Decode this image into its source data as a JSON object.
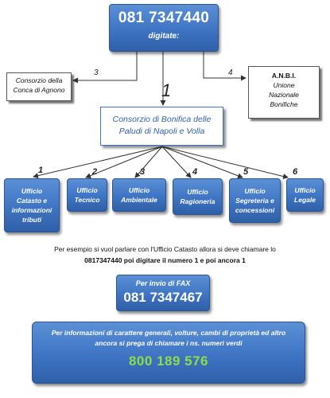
{
  "main_number": {
    "number": "081 7347440",
    "prompt": "digitate:"
  },
  "branches": {
    "left": {
      "option": "3",
      "name": "Consorzio della Conca di Agnono"
    },
    "right": {
      "option": "4",
      "title": "A.N.B.I.",
      "lines": [
        "Unione",
        "Nazionale",
        "Bonifiche"
      ]
    },
    "center": {
      "option": "1",
      "name_line1": "Consorzio di Bonifica delle",
      "name_line2": "Paludi di Napoli e Volla"
    }
  },
  "offices": [
    {
      "option": "1",
      "lines": [
        "Ufficio",
        "Catasto e",
        "informazioni",
        "tributi"
      ]
    },
    {
      "option": "2",
      "lines": [
        "Ufficio",
        "Tecnico"
      ]
    },
    {
      "option": "3",
      "lines": [
        "Ufficio",
        "Ambientale"
      ]
    },
    {
      "option": "4",
      "lines": [
        "Ufficio",
        "Ragioneria"
      ]
    },
    {
      "option": "5",
      "lines": [
        "Ufficio",
        "Segreteria e",
        "concessioni"
      ]
    },
    {
      "option": "6",
      "lines": [
        "Ufficio",
        "Legale"
      ]
    }
  ],
  "example": {
    "line1": "Per esempio si  vuol parlare con l'Ufficio Catasto allora si deve chiamare lo",
    "line2": "0817347440 poi digitare il numero 1 e poi ancora 1"
  },
  "fax": {
    "title": "Per invio di FAX",
    "number": "081 7347467"
  },
  "info": {
    "text": "Per informazioni di carattere generali, volture, cambi di proprietà ed altro ancora si prega di chiamare i ns. numeri verdi",
    "number": "800 189 576"
  },
  "colors": {
    "box_blue": "#3e74c3",
    "line": "#333333",
    "toll_free": "#8fdc4b"
  }
}
